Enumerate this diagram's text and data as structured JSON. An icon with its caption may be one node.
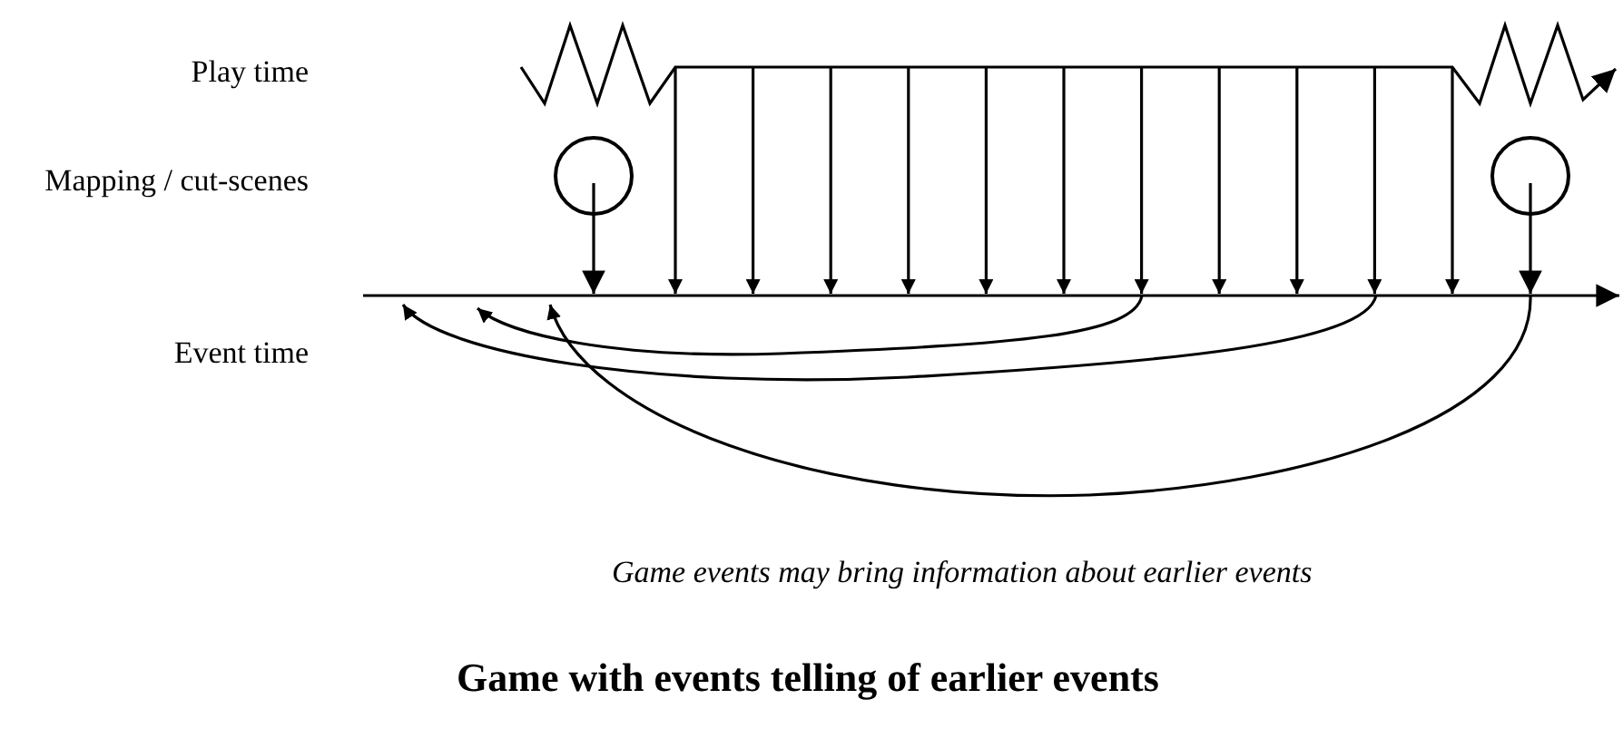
{
  "diagram": {
    "title": "Game with events telling of earlier events",
    "caption": "Game events may bring information about earlier events",
    "labels": [
      "Play time",
      "Mapping / cut-scenes",
      "Event time"
    ]
  }
}
